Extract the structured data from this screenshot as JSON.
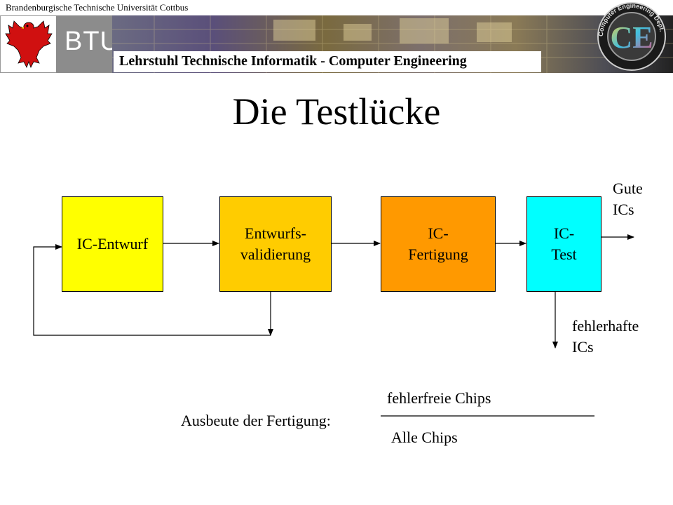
{
  "header": {
    "university": "Brandenburgische Technische Universität Cottbus",
    "btu_logo": "BTU",
    "chair": "Lehrstuhl Technische Informatik - Computer Engineering",
    "ce_logo_letters": "CE",
    "ce_logo_ring_text": "Computer Engineering Dept."
  },
  "title": "Die Testlücke",
  "diagram": {
    "nodes": [
      {
        "id": "ic-entwurf",
        "label": "IC-Entwurf",
        "color": "#ffff00"
      },
      {
        "id": "entwurfsvalidierung",
        "label": "Entwurfs-\nvalidierung",
        "color": "#ffcc00"
      },
      {
        "id": "ic-fertigung",
        "label": "IC-\nFertigung",
        "color": "#ff9900"
      },
      {
        "id": "ic-test",
        "label": "IC-\nTest",
        "color": "#00ffff"
      }
    ],
    "good_output": "Gute\nICs",
    "faulty_output": "fehlerhafte\nICs"
  },
  "yield": {
    "label": "Ausbeute der Fertigung:",
    "numerator": "fehlerfreie Chips",
    "denominator": "Alle Chips"
  },
  "colors": {
    "btu_gray": "#8c8c8c",
    "eagle_red": "#d01010"
  }
}
